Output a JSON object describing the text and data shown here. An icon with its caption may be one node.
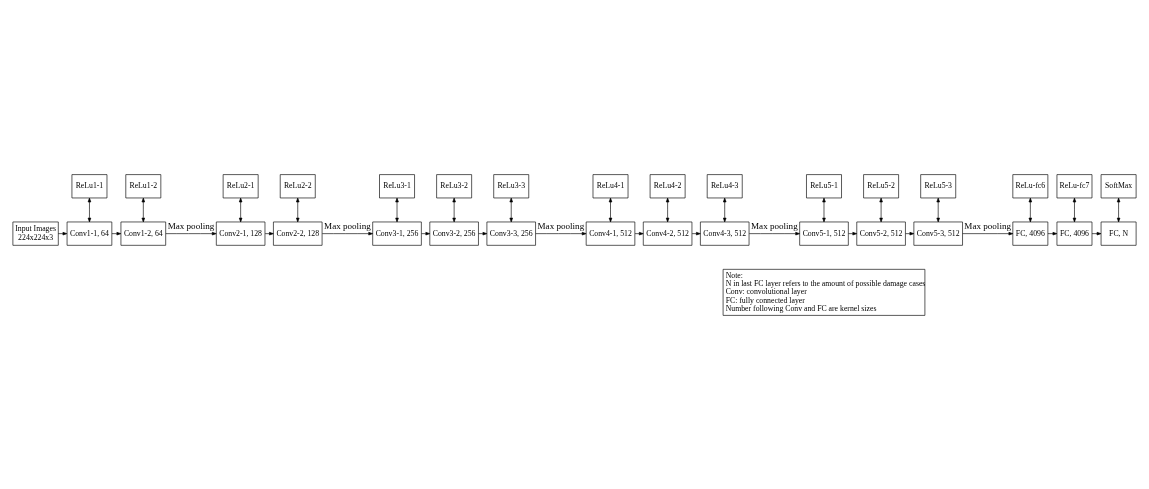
{
  "diagram": {
    "nodes": [
      {
        "text": [
          "Input Images 224x224x3"
        ]
      },
      {
        "text": [
          "ReLu1-1"
        ]
      },
      {
        "text": [
          "Conv1-1, 64"
        ]
      },
      {
        "text": [
          "ReLu1-2"
        ]
      },
      {
        "text": [
          "Conv1-2, 64"
        ]
      },
      {
        "text": [
          "ReLu2-1"
        ]
      },
      {
        "text": [
          "Conv2-1, 128"
        ]
      },
      {
        "text": [
          "ReLu2-2"
        ]
      },
      {
        "text": [
          "Conv2-2, 128"
        ]
      },
      {
        "text": [
          "ReLu3-1"
        ]
      },
      {
        "text": [
          "Conv3-1, 256"
        ]
      },
      {
        "text": [
          "ReLu3-2"
        ]
      },
      {
        "text": [
          "Conv3-2, 256"
        ]
      },
      {
        "text": [
          "ReLu3-3"
        ]
      },
      {
        "text": [
          "Conv3-3, 256"
        ]
      },
      {
        "text": [
          "ReLu4-1"
        ]
      },
      {
        "text": [
          "Conv4-1, 512"
        ]
      },
      {
        "text": [
          "ReLu4-2"
        ]
      },
      {
        "text": [
          "Conv4-2, 512"
        ]
      },
      {
        "text": [
          "ReLu4-3"
        ]
      },
      {
        "text": [
          "Conv4-3, 512"
        ]
      },
      {
        "text": [
          "ReLu5-1"
        ]
      },
      {
        "text": [
          "Conv5-1, 512"
        ]
      },
      {
        "text": [
          "ReLu5-2"
        ]
      },
      {
        "text": [
          "Conv5-2, 512"
        ]
      },
      {
        "text": [
          "ReLu5-3"
        ]
      },
      {
        "text": [
          "Conv5-3, 512"
        ]
      },
      {
        "text": [
          "ReLu-fc6"
        ]
      },
      {
        "text": [
          "FC, 4096"
        ]
      },
      {
        "text": [
          "ReLu-fc7"
        ]
      },
      {
        "text": [
          "FC, 4096"
        ]
      },
      {
        "text": [
          "SoftMax"
        ]
      },
      {
        "text": [
          "FC, N"
        ]
      },
      {
        "text": [
          "Note:",
          "N in last FC layer refers to the amount of possible damage cases",
          "Conv: convolutional layer",
          "FC: fully connected layer",
          "Number following Conv and FC are kernel sizes"
        ]
      }
    ],
    "edges": [
      {
        "from": 0,
        "to": 2,
        "arrow": "to"
      },
      {
        "from": 2,
        "to": 1,
        "arrow": "both"
      },
      {
        "from": 2,
        "to": 4,
        "arrow": "to"
      },
      {
        "from": 4,
        "to": 3,
        "arrow": "both"
      },
      {
        "from": 4,
        "to": 6,
        "arrow": "to",
        "label": "Max pooling"
      },
      {
        "from": 6,
        "to": 5,
        "arrow": "both"
      },
      {
        "from": 6,
        "to": 8,
        "arrow": "to"
      },
      {
        "from": 8,
        "to": 7,
        "arrow": "both"
      },
      {
        "from": 8,
        "to": 10,
        "arrow": "to",
        "label": "Max pooling"
      },
      {
        "from": 10,
        "to": 9,
        "arrow": "both"
      },
      {
        "from": 10,
        "to": 12,
        "arrow": "to"
      },
      {
        "from": 12,
        "to": 11,
        "arrow": "both"
      },
      {
        "from": 12,
        "to": 14,
        "arrow": "to"
      },
      {
        "from": 14,
        "to": 13,
        "arrow": "both"
      },
      {
        "from": 14,
        "to": 16,
        "arrow": "to",
        "label": "Max pooling"
      },
      {
        "from": 16,
        "to": 15,
        "arrow": "both"
      },
      {
        "from": 16,
        "to": 18,
        "arrow": "to"
      },
      {
        "from": 18,
        "to": 17,
        "arrow": "both"
      },
      {
        "from": 18,
        "to": 20,
        "arrow": "to"
      },
      {
        "from": 20,
        "to": 19,
        "arrow": "both"
      },
      {
        "from": 20,
        "to": 22,
        "arrow": "to",
        "label": "Max pooling"
      },
      {
        "from": 22,
        "to": 21,
        "arrow": "both"
      },
      {
        "from": 22,
        "to": 24,
        "arrow": "to"
      },
      {
        "from": 24,
        "to": 23,
        "arrow": "both"
      },
      {
        "from": 24,
        "to": 26,
        "arrow": "to"
      },
      {
        "from": 26,
        "to": 25,
        "arrow": "both"
      },
      {
        "from": 26,
        "to": 28,
        "arrow": "to",
        "label": "Max pooling"
      },
      {
        "from": 28,
        "to": 27,
        "arrow": "both"
      },
      {
        "from": 28,
        "to": 30,
        "arrow": "to"
      },
      {
        "from": 30,
        "to": 29,
        "arrow": "both"
      },
      {
        "from": 30,
        "to": 32,
        "arrow": "to"
      },
      {
        "from": 32,
        "to": 31,
        "arrow": "both"
      }
    ]
  }
}
